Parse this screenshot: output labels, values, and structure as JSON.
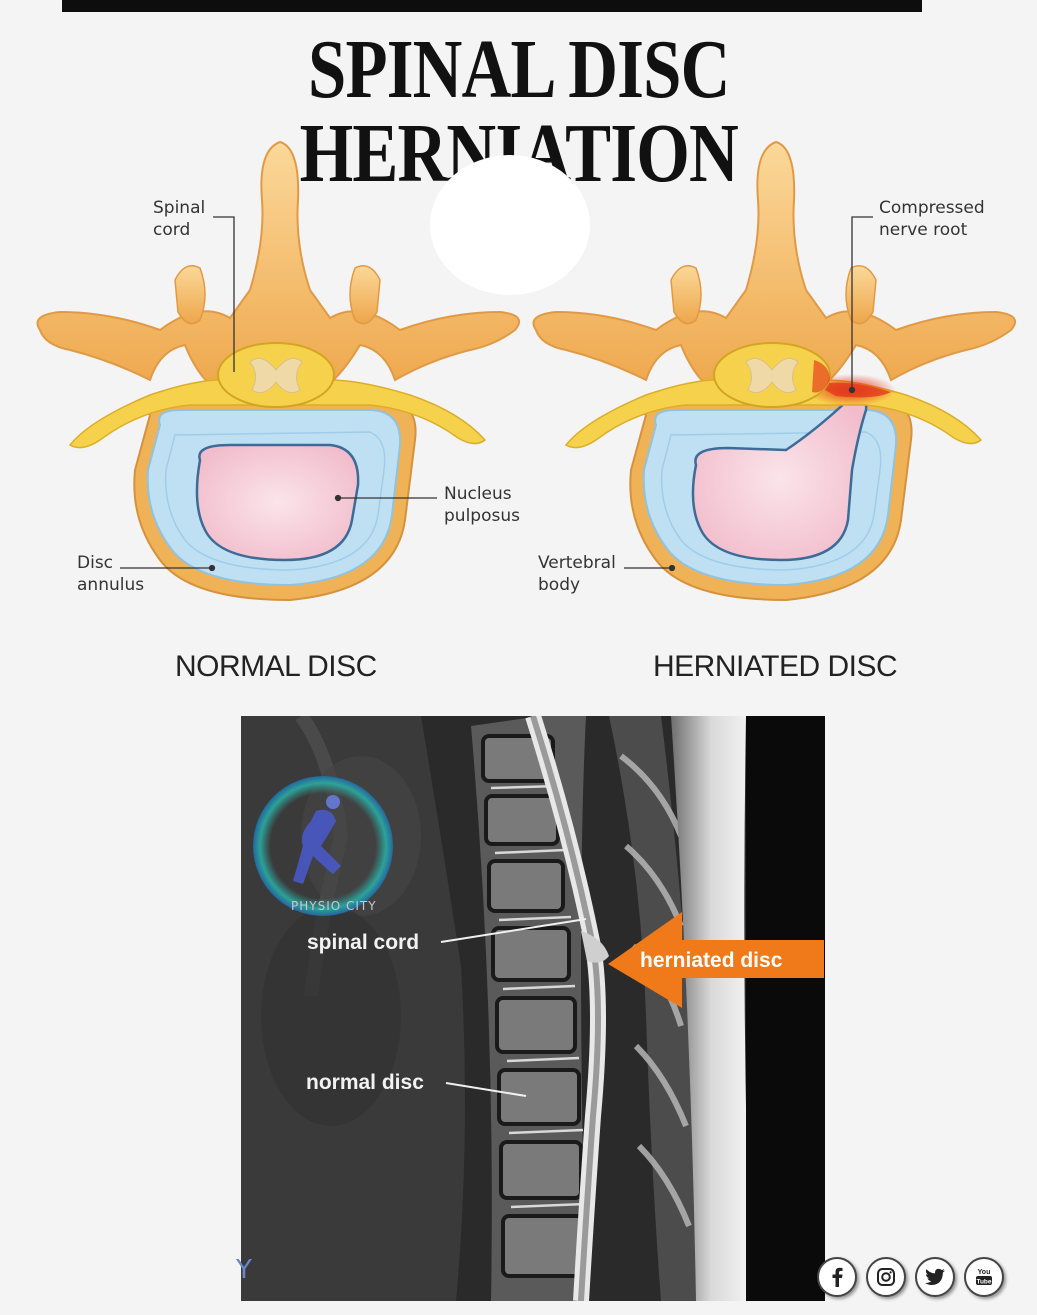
{
  "title": "SPINAL DISC HERNIATION",
  "labels": {
    "spinal_cord": "Spinal\ncord",
    "nucleus_pulposus": "Nucleus\npulposus",
    "disc_annulus": "Disc\nannulus",
    "compressed_nerve_root": "Compressed\nnerve root",
    "vertebral_body": "Vertebral\nbody"
  },
  "captions": {
    "normal": "NORMAL DISC",
    "herniated": "HERNIATED DISC"
  },
  "mri": {
    "spinal_cord": "spinal cord",
    "normal_disc": "normal disc",
    "herniated_disc": "herniated disc",
    "watermark": "PHYSIO CITY",
    "corner_text": "Y"
  },
  "social_icons": [
    "facebook-icon",
    "instagram-icon",
    "twitter-icon",
    "youtube-icon"
  ],
  "colors": {
    "bone": "#f2b65a",
    "annulus": "#b9dcf0",
    "nucleus": "#f5c9d6",
    "cord": "#f3d24e",
    "arrow": "#f07a1a",
    "inflamed": "#e23a1c"
  }
}
